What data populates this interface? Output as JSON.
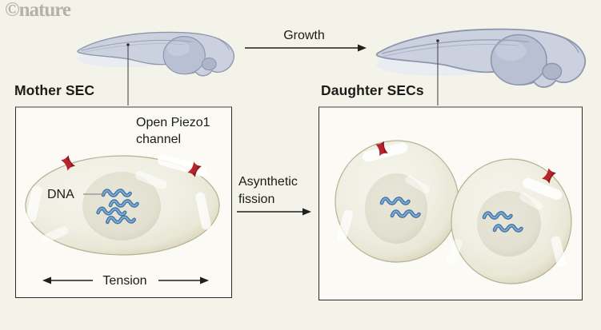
{
  "growth": {
    "label": "Growth"
  },
  "mother": {
    "title": "Mother SEC",
    "channel_line1": "Open Piezo1",
    "channel_line2": "channel",
    "dna_label": "DNA",
    "tension_label": "Tension"
  },
  "fission": {
    "line1": "Asynthetic",
    "line2": "fission"
  },
  "daughter": {
    "title": "Daughter SECs"
  },
  "credit": "©nature",
  "colors": {
    "background": "#f4f3ea",
    "panel_fill": "#fbfaf4",
    "panel_border": "#2b2b2b",
    "piezo1_red": "#b5242b",
    "piezo1_red_dark": "#8c171d",
    "dna_blue": "#5b8fc6",
    "dna_blue_dark": "#41729e",
    "embryo_body": "#ccd1e0",
    "embryo_outline": "#8d96ae",
    "cell_rim": "#b5b192",
    "credit_gray": "#b3b2ad"
  },
  "icons": {
    "piezo1_channel": "red-spool-icon",
    "dna_strand": "blue-squiggle-icon",
    "embryo": "zebrafish-embryo-illustration"
  }
}
